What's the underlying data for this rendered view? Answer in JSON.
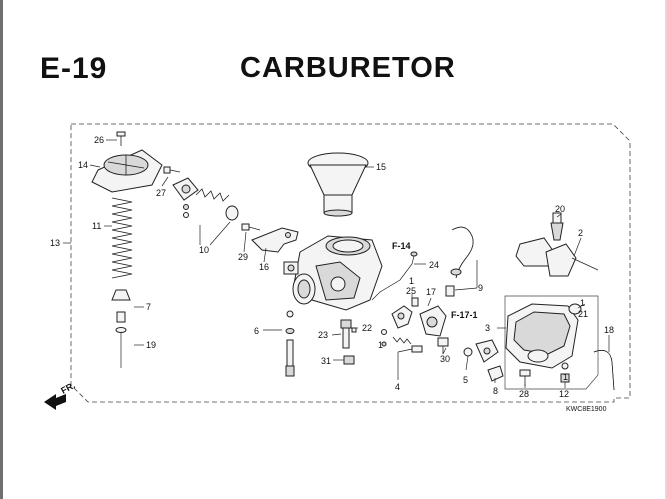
{
  "header": {
    "section_code": "E-19",
    "title": "CARBURETOR"
  },
  "diagram_code": "KWC8E1900",
  "direction_marker": "FR.",
  "references": [
    "F-14",
    "F-17-1"
  ],
  "callouts": [
    {
      "id": "c26",
      "label": "26"
    },
    {
      "id": "c14",
      "label": "14"
    },
    {
      "id": "c15",
      "label": "15"
    },
    {
      "id": "c27",
      "label": "27"
    },
    {
      "id": "c11",
      "label": "11"
    },
    {
      "id": "c10",
      "label": "10"
    },
    {
      "id": "c13",
      "label": "13"
    },
    {
      "id": "c29",
      "label": "29"
    },
    {
      "id": "c16",
      "label": "16"
    },
    {
      "id": "c24",
      "label": "24"
    },
    {
      "id": "c20",
      "label": "20"
    },
    {
      "id": "c2",
      "label": "2"
    },
    {
      "id": "c7",
      "label": "7"
    },
    {
      "id": "c19",
      "label": "19"
    },
    {
      "id": "c6",
      "label": "6"
    },
    {
      "id": "c23",
      "label": "23"
    },
    {
      "id": "c22",
      "label": "22"
    },
    {
      "id": "c31",
      "label": "31"
    },
    {
      "id": "c1a",
      "label": "1"
    },
    {
      "id": "c25",
      "label": "25"
    },
    {
      "id": "c17",
      "label": "17"
    },
    {
      "id": "c9",
      "label": "9"
    },
    {
      "id": "c1b",
      "label": "1"
    },
    {
      "id": "c4",
      "label": "4"
    },
    {
      "id": "c30",
      "label": "30"
    },
    {
      "id": "c5",
      "label": "5"
    },
    {
      "id": "c8",
      "label": "8"
    },
    {
      "id": "c3",
      "label": "3"
    },
    {
      "id": "c1c",
      "label": "1"
    },
    {
      "id": "c21",
      "label": "21"
    },
    {
      "id": "c18",
      "label": "18"
    },
    {
      "id": "c28",
      "label": "28"
    },
    {
      "id": "c1d",
      "label": "1"
    },
    {
      "id": "c12",
      "label": "12"
    }
  ]
}
